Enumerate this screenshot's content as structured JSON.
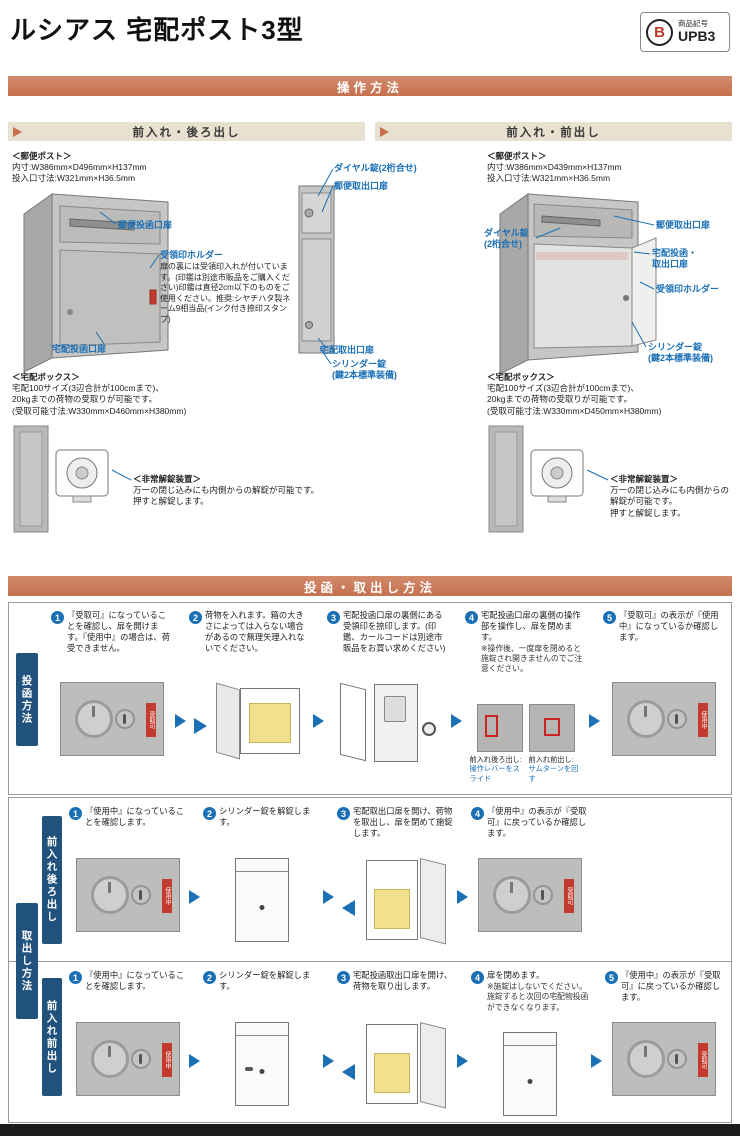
{
  "page": {
    "title": "ルシアス 宅配ポスト3型",
    "badge": {
      "logo_letter": "B",
      "label": "商品記号",
      "code": "UPB3"
    }
  },
  "op": {
    "bar": "操作方法",
    "left": {
      "header": "前入れ・後ろ出し",
      "mail_title": "＜郵便ポスト＞",
      "mail_l1": "内寸:W386mm×D496mm×H137mm",
      "mail_l2": "投入口寸法:W321mm×H36.5mm",
      "lbl_dial": "ダイヤル錠(2桁合せ)",
      "lbl_mail_out": "郵便取出口扉",
      "lbl_mail_in": "郵便投函口扉",
      "lbl_receipt": "受領印ホルダー",
      "receipt_note": "扉の裏には受領印入れが付いています。(印鑑は別途市販品をご購入ください)印鑑は直径2cm以下のものをご使用ください。推奨:シヤチハタ製ネーム9相当品(インク付き捺印スタンプ)",
      "lbl_parcel_in": "宅配投函口扉",
      "lbl_parcel_out": "宅配取出口扉",
      "lbl_cyl1": "シリンダー錠",
      "lbl_cyl2": "(鍵2本標準装備)",
      "box_title": "＜宅配ボックス＞",
      "box_l1": "宅配100サイズ(3辺合計が100cmまで)、",
      "box_l2": "20kgまでの荷物の受取りが可能です。",
      "box_l3": "(受取可能寸法:W330mm×D460mm×H380mm)",
      "em_title": "＜非常解錠装置＞",
      "em_l1": "万一の閉じ込みにも内側からの解錠が可能です。",
      "em_l2": "押すと解錠します。"
    },
    "right": {
      "header": "前入れ・前出し",
      "mail_title": "＜郵便ポスト＞",
      "mail_l1": "内寸:W386mm×D439mm×H137mm",
      "mail_l2": "投入口寸法:W321mm×H36.5mm",
      "lbl_mail_out": "郵便取出口扉",
      "lbl_dial1": "ダイヤル錠",
      "lbl_dial2": "(2桁合せ)",
      "lbl_parcel1": "宅配投函・",
      "lbl_parcel2": "取出口扉",
      "lbl_receipt": "受領印ホルダー",
      "lbl_cyl1": "シリンダー錠",
      "lbl_cyl2": "(鍵2本標準装備)",
      "box_title": "＜宅配ボックス＞",
      "box_l1": "宅配100サイズ(3辺合計が100cmまで)、",
      "box_l2": "20kgまでの荷物の受取りが可能です。",
      "box_l3": "(受取可能寸法:W330mm×D450mm×H380mm)",
      "em_title": "＜非常解錠装置＞",
      "em_l1": "万一の閉じ込みにも内側からの解錠が可能です。",
      "em_l2": "押すと解錠します。"
    }
  },
  "steps": {
    "bar": "投函・取出し方法",
    "ind": {
      "ok": "受取可",
      "busy": "使用中"
    },
    "post": {
      "side": "投函方法",
      "s": [
        {
          "n": "1",
          "t": "『受取可』になっていることを確認し、扉を開けます。『使用中』の場合は、荷受できません。"
        },
        {
          "n": "2",
          "t": "荷物を入れます。箱の大きさによっては入らない場合があるので無理矢理入れないでください。"
        },
        {
          "n": "3",
          "t": "宅配投函口扉の裏側にある受領印を捺印します。(印鑑、カールコードは別途市販品をお買い求めください)"
        },
        {
          "n": "4",
          "t": "宅配投函口扉の裏側の操作部を操作し、扉を閉めます。",
          "note": "※操作後、一度扉を閉めると施錠され開きませんのでご注意ください。",
          "c1t": "前入れ後ろ出し:",
          "c1b": "操作レバーをスライド",
          "c2t": "前入れ前出し:",
          "c2b": "サムターンを回す"
        },
        {
          "n": "5",
          "t": "『受取可』の表示が『使用中』になっているか確認します。"
        }
      ]
    },
    "ret": {
      "side": "取出し方法",
      "rear": {
        "side": "前入れ後ろ出し",
        "s": [
          {
            "n": "1",
            "t": "『使用中』になっていることを確認します。"
          },
          {
            "n": "2",
            "t": "シリンダー錠を解錠します。"
          },
          {
            "n": "3",
            "t": "宅配取出口扉を開け、荷物を取出し、扉を閉めて施錠します。"
          },
          {
            "n": "4",
            "t": "『使用中』の表示が『受取可』に戻っているか確認します。"
          }
        ]
      },
      "front": {
        "side": "前入れ前出し",
        "s": [
          {
            "n": "1",
            "t": "『使用中』になっていることを確認します。"
          },
          {
            "n": "2",
            "t": "シリンダー錠を解錠します。"
          },
          {
            "n": "3",
            "t": "宅配投函取出口扉を開け、荷物を取り出します。"
          },
          {
            "n": "4",
            "t": "扉を閉めます。",
            "note": "※施錠はしないでください。施錠すると次回の宅配物投函ができなくなります。"
          },
          {
            "n": "5",
            "t": "『使用中』の表示が『受取可』に戻っているか確認します。"
          }
        ]
      }
    }
  }
}
